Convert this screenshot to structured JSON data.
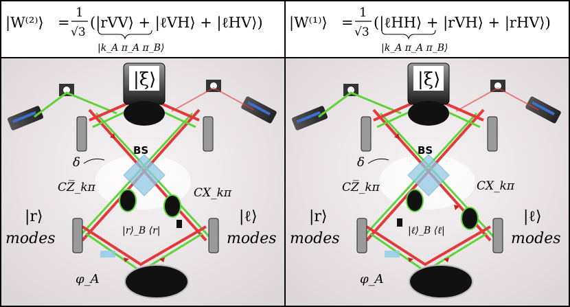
{
  "left": {
    "state_label": "|W⁽²⁾⟩",
    "equals": "=",
    "coef_num": "1",
    "coef_den": "√3",
    "ket_terms": "(|rVV⟩ + |ℓVH⟩ + |ℓHV⟩)",
    "underbrace_label": "|k_A π_A π_B⟩",
    "xi_label": "|ξ⟩",
    "bs_label": "BS",
    "delta_label": "δ",
    "gate_left_label": "CZ̅_kπ",
    "gate_right_label": "CX_kπ",
    "projector_label": "|r⟩_B ⟨r|",
    "modes_left_ket": "|r⟩",
    "modes_left_word": "modes",
    "modes_right_ket": "|ℓ⟩",
    "modes_right_word": "modes",
    "phi_label": "φ_A"
  },
  "right": {
    "state_label": "|W⁽¹⁾⟩",
    "equals": "=",
    "coef_num": "1",
    "coef_den": "√3",
    "ket_terms": "(|ℓHH⟩ + |rVH⟩ + |rHV⟩)",
    "underbrace_label": "|k_A π_A π_B⟩",
    "xi_label": "|ξ⟩",
    "bs_label": "BS",
    "delta_label": "δ",
    "gate_left_label": "CZ̅_kπ",
    "gate_right_label": "CX_kπ",
    "projector_label": "|ℓ⟩_B ⟨ℓ|",
    "modes_left_ket": "|r⟩",
    "modes_left_word": "modes",
    "modes_right_ket": "|ℓ⟩",
    "modes_right_word": "modes",
    "phi_label": "φ_A"
  },
  "colors": {
    "red_beam": "#e23a3a",
    "green_beam": "#5fd43a",
    "bs_cube": "#8fc9e6",
    "panel_bg": "#e9e4e6",
    "detector": "#111111",
    "border": "#000000"
  }
}
